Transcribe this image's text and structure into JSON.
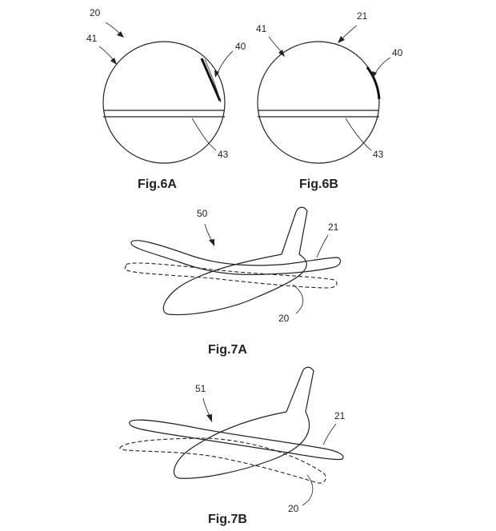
{
  "figures": [
    {
      "caption": "Fig.6A",
      "ref_main": "20",
      "ref_circle": "41",
      "ref_edge": "40",
      "ref_band": "43"
    },
    {
      "caption": "Fig.6B",
      "ref_main": "21",
      "ref_circle": "41",
      "ref_edge": "40",
      "ref_band": "43"
    },
    {
      "caption": "Fig.7A",
      "ref_assembly": "50",
      "ref_solid": "21",
      "ref_dashed": "20"
    },
    {
      "caption": "Fig.7B",
      "ref_assembly": "51",
      "ref_solid": "21",
      "ref_dashed": "20"
    }
  ]
}
